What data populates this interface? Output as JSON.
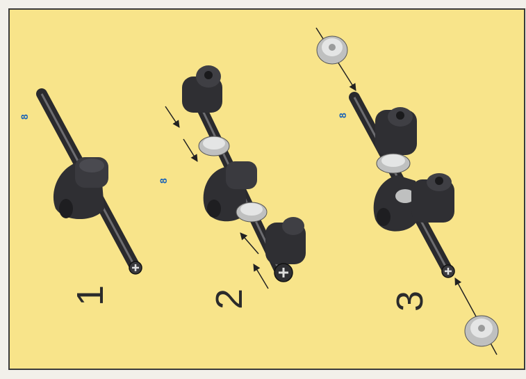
{
  "steps": [
    {
      "number": "1",
      "axle_length": "8"
    },
    {
      "number": "2",
      "axle_length": "8"
    },
    {
      "number": "3",
      "axle_length": "8"
    }
  ],
  "colors": {
    "background": "#f8e48a",
    "part_dark": "#2f2f33",
    "bush_light": "#cfd0d0",
    "length_label": "#1f66b5"
  },
  "icons": [
    "axle",
    "cross-block",
    "bush",
    "insert-arrow"
  ]
}
